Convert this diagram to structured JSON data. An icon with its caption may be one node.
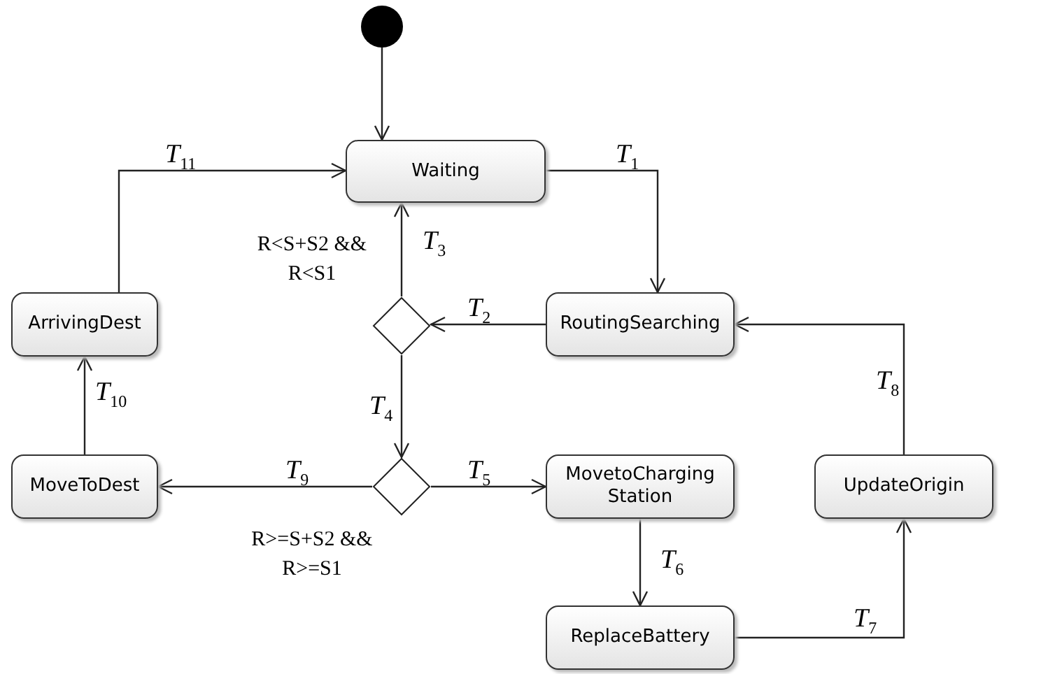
{
  "diagram": {
    "nodes": [
      {
        "text": [],
        "shape": "circle"
      },
      {
        "text": [
          "Waiting"
        ]
      },
      {
        "text": [
          "RoutingSearching"
        ]
      },
      {
        "text": [],
        "shape": "diamond"
      },
      {
        "text": [
          "ArrivingDest"
        ]
      },
      {
        "text": [
          "MoveToDest"
        ]
      },
      {
        "text": [],
        "shape": "diamond"
      },
      {
        "text": [
          "MovetoCharging Station"
        ]
      },
      {
        "text": [
          "ReplaceBattery"
        ]
      },
      {
        "text": [
          "UpdateOrigin"
        ]
      }
    ],
    "edges": [
      {
        "from": 0,
        "to": 1,
        "arrow": "to"
      },
      {
        "from": 1,
        "to": 2,
        "arrow": "to",
        "label": "*T*$_{1}$"
      },
      {
        "from": 2,
        "to": 3,
        "arrow": "to",
        "label": "*T*$_{2}$"
      },
      {
        "from": 3,
        "to": 1,
        "arrow": "to",
        "label": "*T*$_{3}$"
      },
      {
        "from": 3,
        "to": 6,
        "arrow": "to",
        "label": "*T*$_{4}$"
      },
      {
        "from": 6,
        "to": 7,
        "arrow": "to",
        "label": "*T*$_{5}$"
      },
      {
        "from": 7,
        "to": 8,
        "arrow": "to",
        "label": "*T*$_{6}$"
      },
      {
        "from": 8,
        "to": 9,
        "arrow": "to",
        "label": "*T*$_{7}$"
      },
      {
        "from": 9,
        "to": 2,
        "arrow": "to",
        "label": "*T*$_{8}$"
      },
      {
        "from": 6,
        "to": 5,
        "arrow": "to",
        "label": "*T*$_{9}$"
      },
      {
        "from": 5,
        "to": 4,
        "arrow": "to",
        "label": "*T*$_{10}$"
      },
      {
        "from": 4,
        "to": 1,
        "arrow": "to",
        "label": "*T*$_{11}$"
      }
    ],
    "labels": [
      "R<S+S2 && R<S1",
      "R>=S+S2 && R>=S1"
    ]
  }
}
